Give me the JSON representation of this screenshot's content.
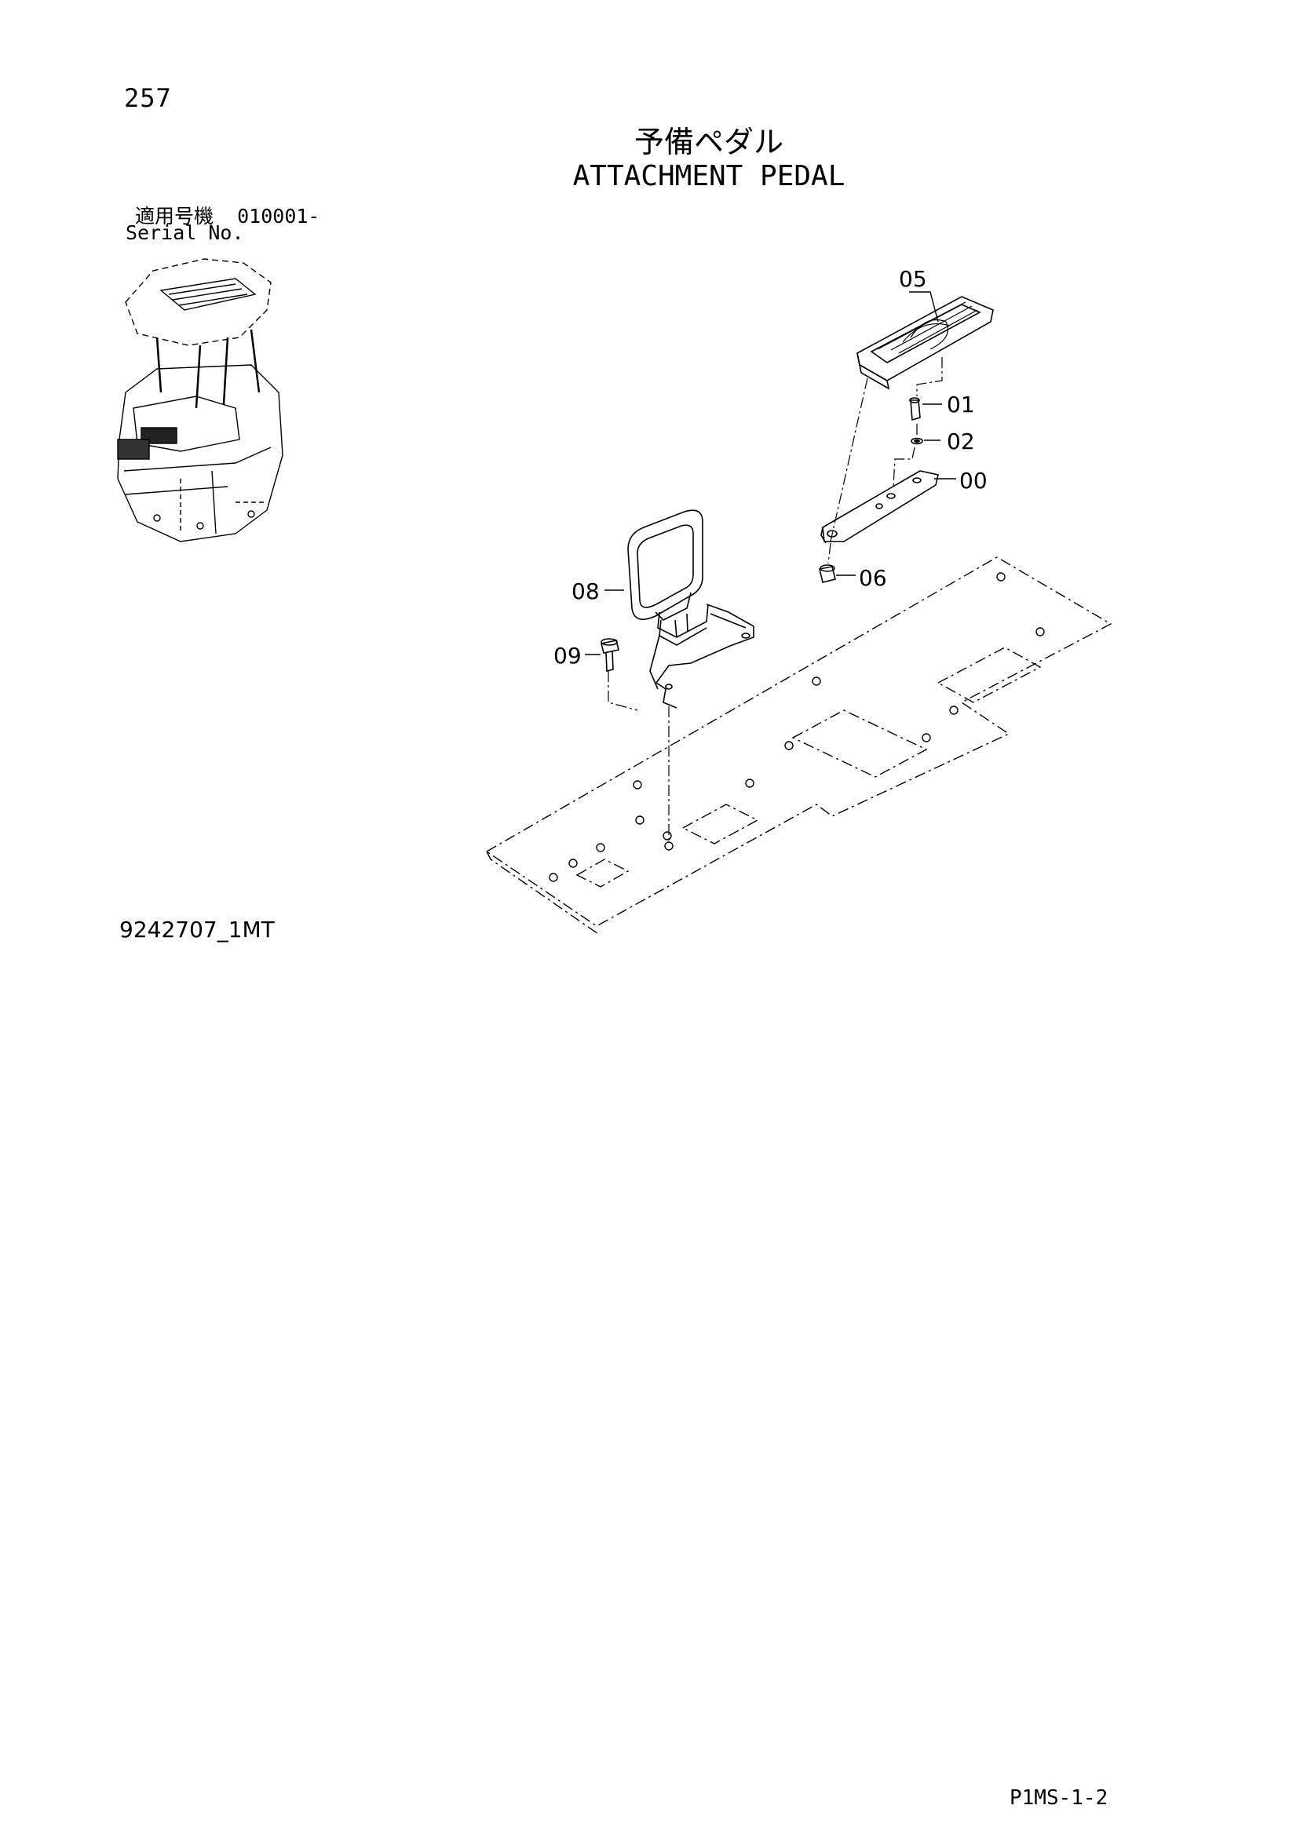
{
  "header": {
    "page_number": "257",
    "title_jp": "予備ペダル",
    "title_en": "ATTACHMENT PEDAL",
    "serial_label_jp": "適用号機",
    "serial_range": "010001-",
    "serial_label_en": "Serial No."
  },
  "diagram": {
    "part_labels": [
      "05",
      "01",
      "02",
      "00",
      "06",
      "08",
      "09"
    ]
  },
  "footer": {
    "drawing_code": "9242707_1MT",
    "page_code": "P1MS-1-2"
  }
}
